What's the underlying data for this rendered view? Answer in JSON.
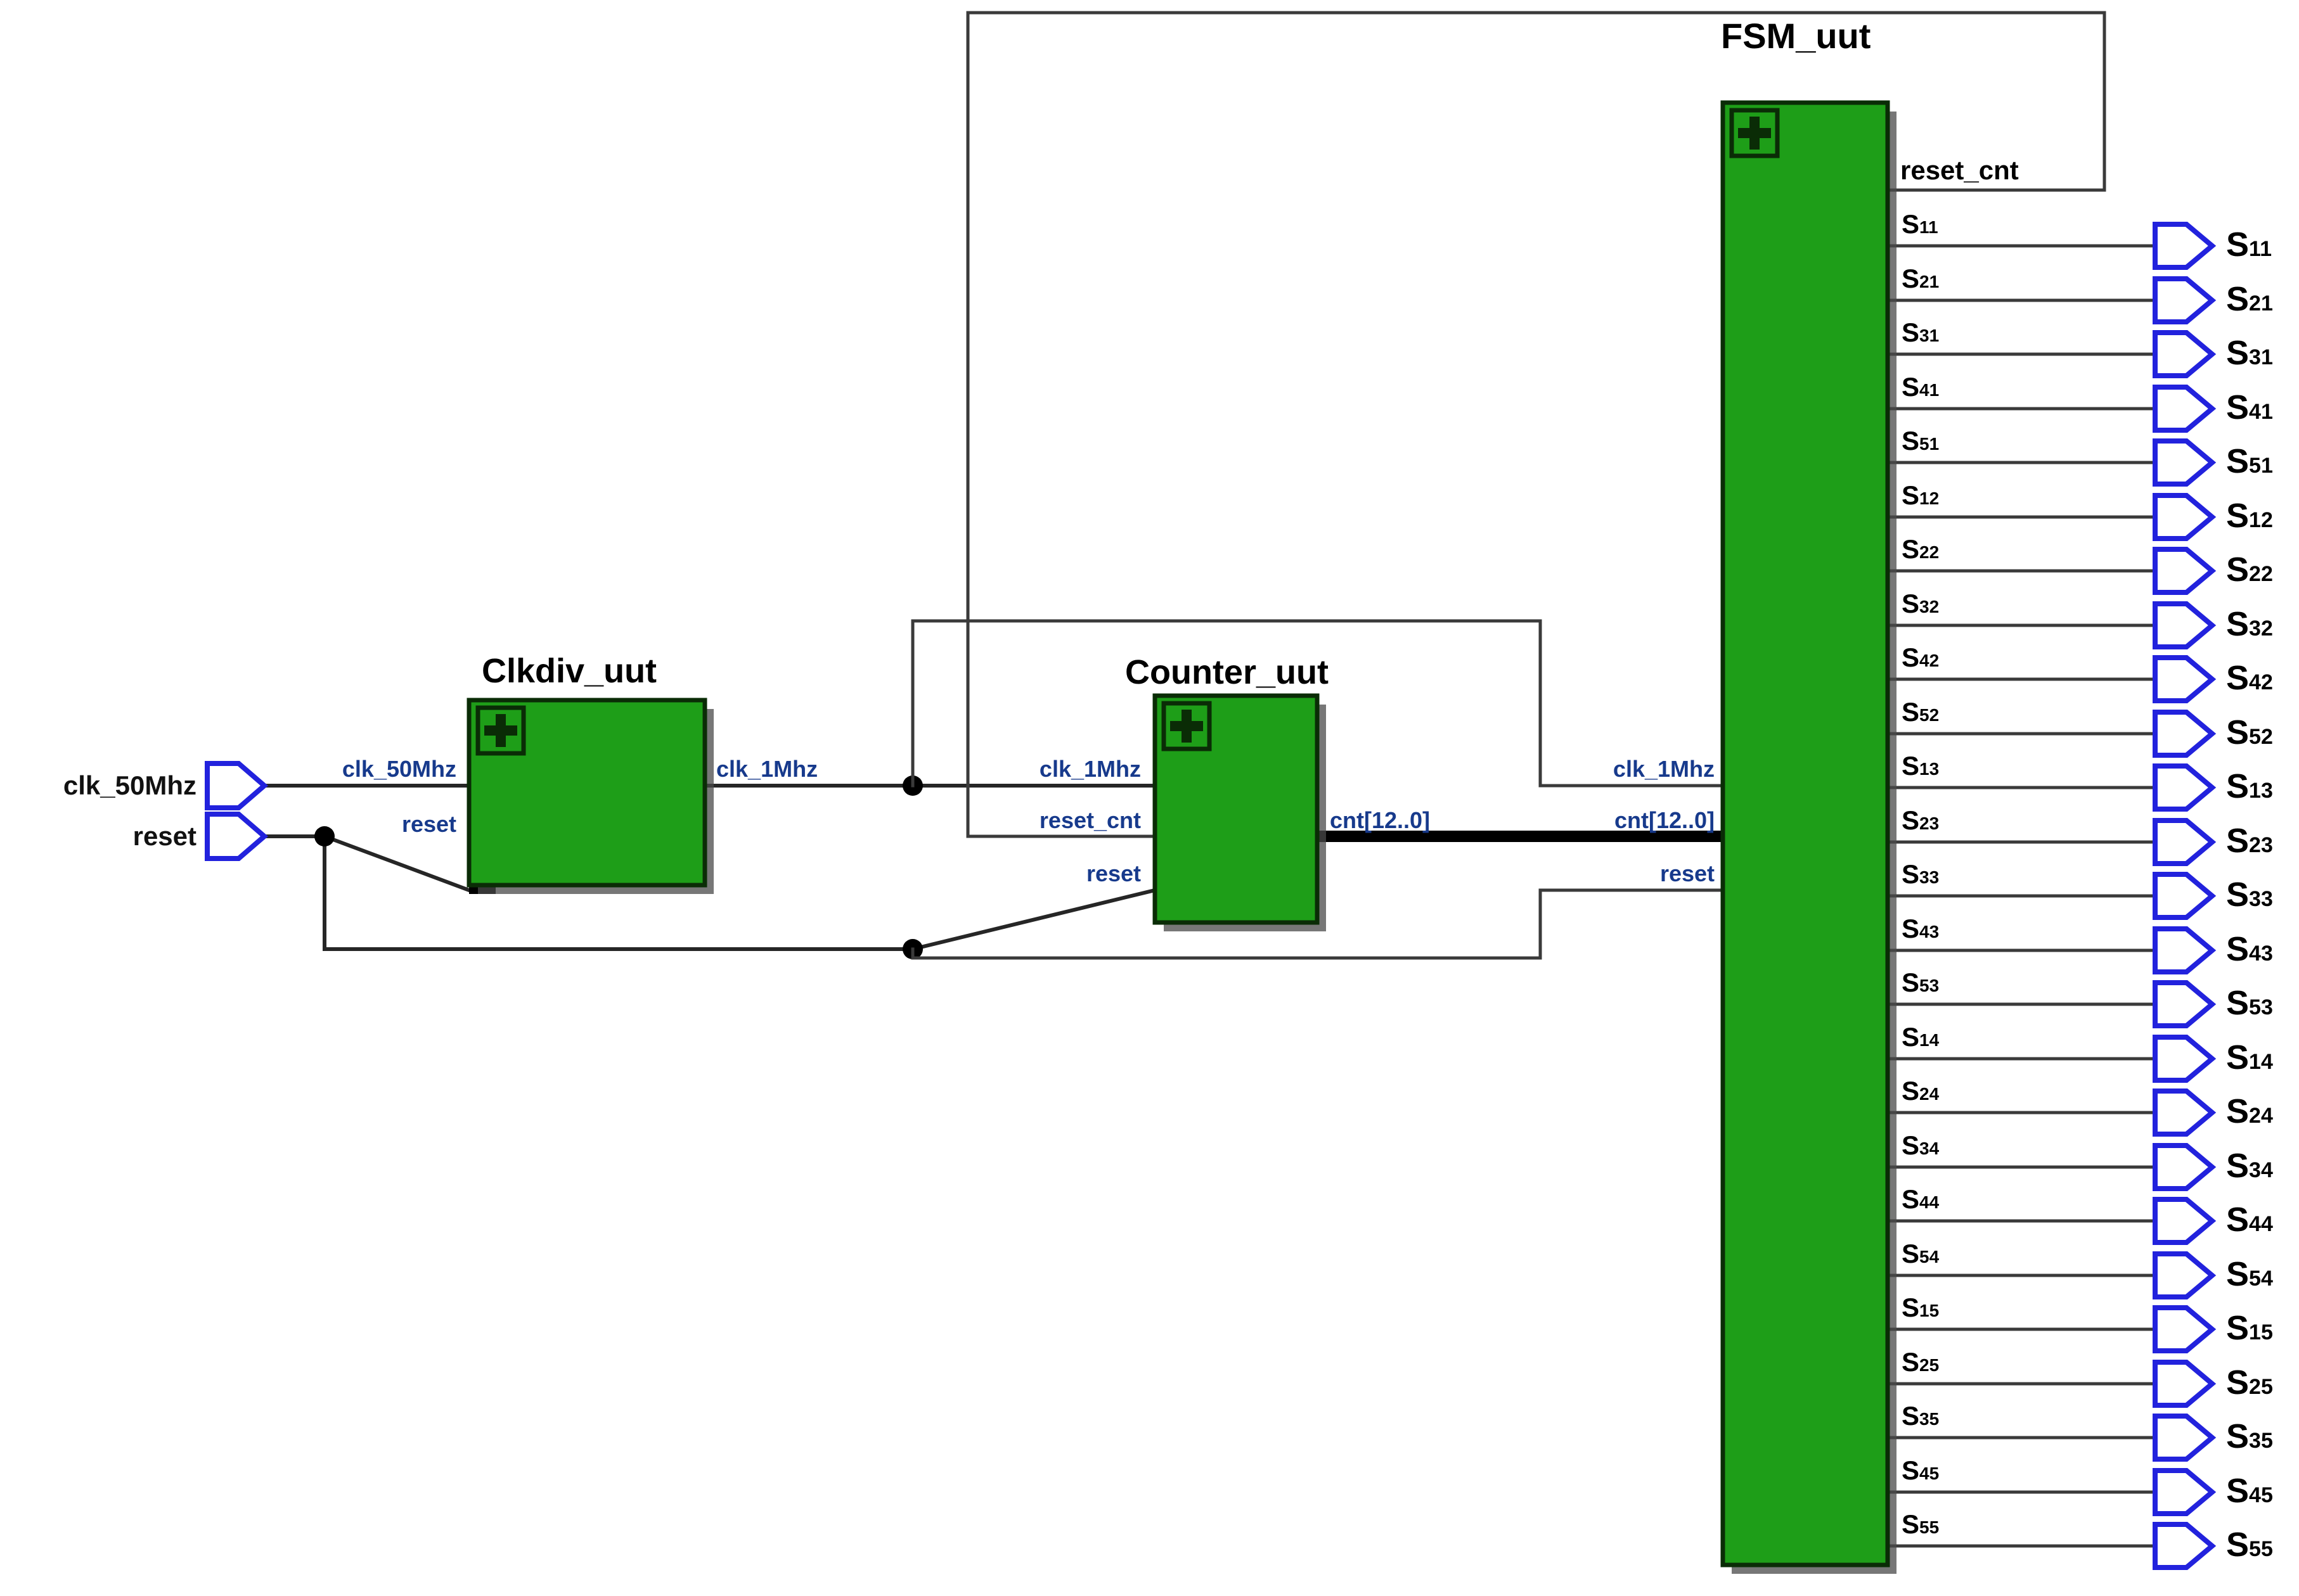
{
  "diagram": {
    "type": "rtl-schematic",
    "title": "FPGA RTL top-level schematic",
    "colors": {
      "block_fill": "#1e9e18",
      "block_border": "#0a2c06",
      "buffer_outline": "#2222dd",
      "port_label": "#173a8c",
      "wire": "#262626",
      "background": "#ffffff"
    }
  },
  "inputs": [
    {
      "label": "clk_50Mhz",
      "name": "input-port-clk-50mhz"
    },
    {
      "label": "reset",
      "name": "input-port-reset"
    }
  ],
  "blocks": [
    {
      "title": "Clkdiv_uut",
      "icon": "plus-icon",
      "inputs": [
        "clk_50Mhz",
        "reset"
      ],
      "outputs": [
        "clk_1Mhz"
      ]
    },
    {
      "title": "Counter_uut",
      "icon": "plus-icon",
      "inputs": [
        "clk_1Mhz",
        "reset_cnt",
        "reset"
      ],
      "outputs": [
        "cnt[12..0]"
      ]
    },
    {
      "title": "FSM_uut",
      "icon": "plus-icon",
      "inputs": [
        "clk_1Mhz",
        "cnt[12..0]",
        "reset"
      ],
      "outputs": [
        "reset_cnt",
        "S11",
        "S21",
        "S31",
        "S41",
        "S51",
        "S12",
        "S22",
        "S32",
        "S42",
        "S52",
        "S13",
        "S23",
        "S33",
        "S43",
        "S53",
        "S14",
        "S24",
        "S34",
        "S44",
        "S54",
        "S15",
        "S25",
        "S35",
        "S45",
        "S55"
      ]
    }
  ],
  "output_buffers": [
    {
      "base": "S",
      "sub": "11"
    },
    {
      "base": "S",
      "sub": "21"
    },
    {
      "base": "S",
      "sub": "31"
    },
    {
      "base": "S",
      "sub": "41"
    },
    {
      "base": "S",
      "sub": "51"
    },
    {
      "base": "S",
      "sub": "12"
    },
    {
      "base": "S",
      "sub": "22"
    },
    {
      "base": "S",
      "sub": "32"
    },
    {
      "base": "S",
      "sub": "42"
    },
    {
      "base": "S",
      "sub": "52"
    },
    {
      "base": "S",
      "sub": "13"
    },
    {
      "base": "S",
      "sub": "23"
    },
    {
      "base": "S",
      "sub": "33"
    },
    {
      "base": "S",
      "sub": "43"
    },
    {
      "base": "S",
      "sub": "53"
    },
    {
      "base": "S",
      "sub": "14"
    },
    {
      "base": "S",
      "sub": "24"
    },
    {
      "base": "S",
      "sub": "34"
    },
    {
      "base": "S",
      "sub": "44"
    },
    {
      "base": "S",
      "sub": "54"
    },
    {
      "base": "S",
      "sub": "15"
    },
    {
      "base": "S",
      "sub": "25"
    },
    {
      "base": "S",
      "sub": "35"
    },
    {
      "base": "S",
      "sub": "45"
    },
    {
      "base": "S",
      "sub": "55"
    }
  ],
  "fsm_pin_labels": {
    "reset_cnt": "reset_cnt",
    "clk_1Mhz": "clk_1Mhz",
    "cnt": "cnt[12..0]",
    "reset": "reset"
  },
  "clkdiv_pin_labels": {
    "clk_50Mhz": "clk_50Mhz",
    "reset": "reset",
    "clk_1Mhz": "clk_1Mhz"
  },
  "counter_pin_labels": {
    "clk_1Mhz": "clk_1Mhz",
    "reset_cnt": "reset_cnt",
    "reset": "reset",
    "cnt": "cnt[12..0]"
  },
  "block_titles": {
    "clkdiv": "Clkdiv_uut",
    "counter": "Counter_uut",
    "fsm": "FSM_uut"
  }
}
